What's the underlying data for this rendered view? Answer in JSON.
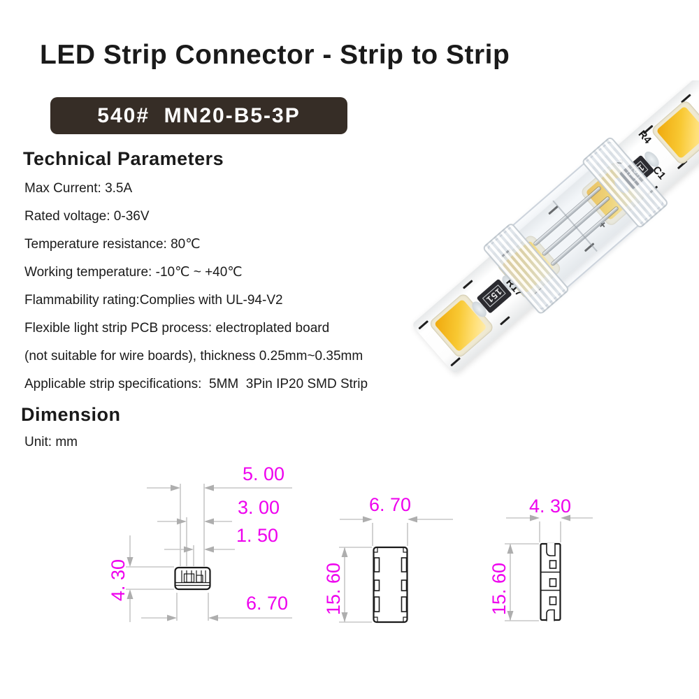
{
  "page": {
    "title": "LED Strip Connector - Strip to Strip"
  },
  "badge": {
    "label": "540#  MN20-B5-3P",
    "bg_color": "#362d26",
    "text_color": "#ffffff"
  },
  "technical": {
    "heading": "Technical Parameters",
    "lines": [
      "Max Current: 3.5A",
      "Rated voltage: 0-36V",
      "Temperature resistance: 80℃",
      "Working temperature: -10℃ ~ +40℃",
      "Flammability rating:Complies with UL-94-V2",
      "Flexible light strip PCB process: electroplated board",
      "(not suitable for wire boards), thickness 0.25mm~0.35mm",
      "Applicable strip specifications:  5MM  3Pin IP20 SMD Strip"
    ]
  },
  "dimension": {
    "heading": "Dimension",
    "unit_note": "Unit: mm",
    "accent_color": "#ee00ee",
    "front_view": {
      "width_top": "5. 00",
      "width_mid": "3. 00",
      "width_inner": "1. 50",
      "height": "4. 30",
      "width_bottom": "6. 70"
    },
    "top_view": {
      "width": "6. 70",
      "length": "15. 60"
    },
    "side_view": {
      "thickness": "4. 30",
      "length": "15. 60"
    }
  },
  "photo": {
    "resistor_code": "151",
    "silkscreen": {
      "r4": "R4",
      "r17": "R17",
      "plus": "+",
      "two": "2",
      "c1": "C1"
    },
    "led_color": "#f6c42e"
  }
}
